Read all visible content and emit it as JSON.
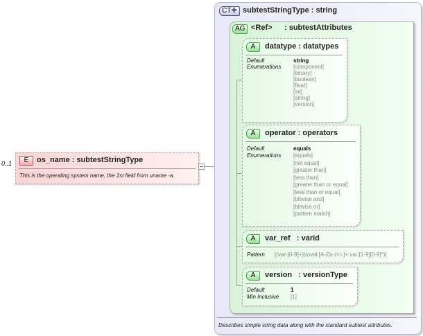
{
  "element": {
    "cardinality": "0..1",
    "badge": "E",
    "title": "os_name : subtestStringType",
    "description": "This is the operating system name, the 1st field from uname -a."
  },
  "complex_type": {
    "badge": "CT",
    "title": "subtestStringType : string",
    "description": "Describes simple string data along with the standard subtest attributes."
  },
  "attribute_group": {
    "badge": "AG",
    "ref": "<Ref>",
    "title": ": subtestAttributes"
  },
  "attributes": [
    {
      "badge": "A",
      "title": "datatype : datatypes",
      "labels": [
        "Default",
        "Enumerations"
      ],
      "default": "string",
      "values": [
        "[component]",
        "[binary]",
        "[boolean]",
        "[float]",
        "[int]",
        "[string]",
        "[version]"
      ]
    },
    {
      "badge": "A",
      "title": "operator : operators",
      "labels": [
        "Default",
        "Enumerations"
      ],
      "default": "equals",
      "values": [
        "[equals]",
        "[not equal]",
        "[greater than]",
        "[less than]",
        "[greater than or equal]",
        "[less than or equal]",
        "[bitwise and]",
        "[bitwise or]",
        "[pattern match]"
      ]
    },
    {
      "badge": "A",
      "title": "var_ref   : varid",
      "labels": [
        "Pattern"
      ],
      "values": [
        "[(var-[0-9]+)|(oval:[A-Za-z\\-\\.]+:var:[1-9][0-9]*)]"
      ]
    },
    {
      "badge": "A",
      "title": "version   : versionType",
      "labels": [
        "Default",
        "Min Inclusive"
      ],
      "default": "1",
      "values": [
        "[1]"
      ]
    }
  ]
}
